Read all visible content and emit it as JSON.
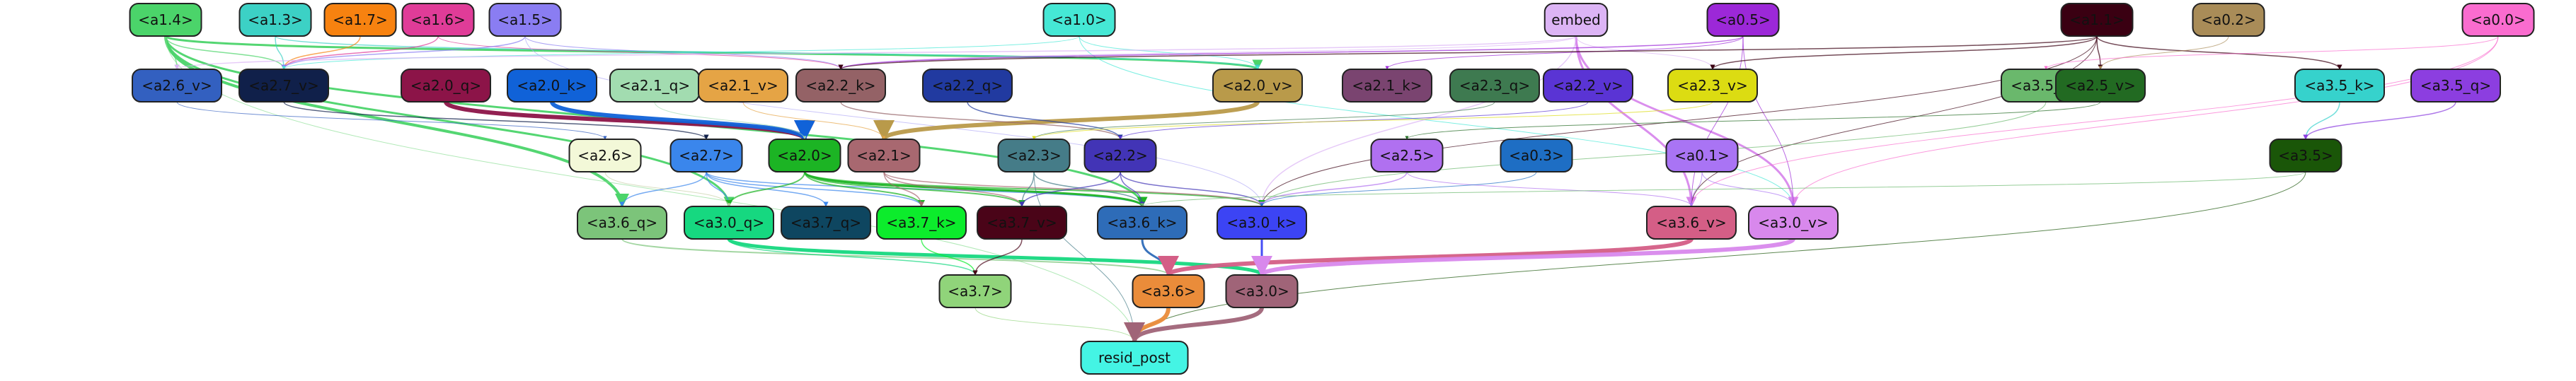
{
  "graph": {
    "nodes": [
      {
        "id": "a1.4",
        "label": "<a1.4>",
        "fill": "#4bd46a",
        "text": "#111111"
      },
      {
        "id": "a1.3",
        "label": "<a1.3>",
        "fill": "#3cd1c5",
        "text": "#111111"
      },
      {
        "id": "a1.7",
        "label": "<a1.7>",
        "fill": "#f78210",
        "text": "#111111"
      },
      {
        "id": "a1.6",
        "label": "<a1.6>",
        "fill": "#e03c98",
        "text": "#111111"
      },
      {
        "id": "a1.5",
        "label": "<a1.5>",
        "fill": "#8a7df2",
        "text": "#111111"
      },
      {
        "id": "a1.0",
        "label": "<a1.0>",
        "fill": "#45e8d5",
        "text": "#111111"
      },
      {
        "id": "embed",
        "label": "embed",
        "fill": "#dcb4f5",
        "text": "#111111"
      },
      {
        "id": "a0.5",
        "label": "<a0.5>",
        "fill": "#9c28d8",
        "text": "#111111"
      },
      {
        "id": "a1.1",
        "label": "<a1.1>",
        "fill": "#3a0012",
        "text": "#111111"
      },
      {
        "id": "a0.2",
        "label": "<a0.2>",
        "fill": "#a98c58",
        "text": "#111111"
      },
      {
        "id": "a0.0",
        "label": "<a0.0>",
        "fill": "#fa6ccf",
        "text": "#111111"
      },
      {
        "id": "a2.6_v",
        "label": "<a2.6_v>",
        "fill": "#3360c0",
        "text": "#111111"
      },
      {
        "id": "a2.7_v",
        "label": "<a2.7_v>",
        "fill": "#10204a",
        "text": "#111111"
      },
      {
        "id": "a2.0_q",
        "label": "<a2.0_q>",
        "fill": "#8c1448",
        "text": "#111111"
      },
      {
        "id": "a2.0_k",
        "label": "<a2.0_k>",
        "fill": "#1062d8",
        "text": "#111111"
      },
      {
        "id": "a2.1_q",
        "label": "<a2.1_q>",
        "fill": "#a2dcb0",
        "text": "#111111"
      },
      {
        "id": "a2.1_v",
        "label": "<a2.1_v>",
        "fill": "#e5a445",
        "text": "#111111"
      },
      {
        "id": "a2.2_k",
        "label": "<a2.2_k>",
        "fill": "#946266",
        "text": "#111111"
      },
      {
        "id": "a2.2_q",
        "label": "<a2.2_q>",
        "fill": "#213aa0",
        "text": "#111111"
      },
      {
        "id": "a2.0_v",
        "label": "<a2.0_v>",
        "fill": "#b99a4a",
        "text": "#111111"
      },
      {
        "id": "a2.1_k",
        "label": "<a2.1_k>",
        "fill": "#7a4470",
        "text": "#111111"
      },
      {
        "id": "a2.3_q",
        "label": "<a2.3_q>",
        "fill": "#3e7a50",
        "text": "#111111"
      },
      {
        "id": "a2.2_v",
        "label": "<a2.2_v>",
        "fill": "#5a34d4",
        "text": "#111111"
      },
      {
        "id": "a2.3_v",
        "label": "<a2.3_v>",
        "fill": "#dcdc12",
        "text": "#111111"
      },
      {
        "id": "a3.5_v",
        "label": "<a3.5_v>",
        "fill": "#6ab86c",
        "text": "#111111"
      },
      {
        "id": "a2.5_v",
        "label": "<a2.5_v>",
        "fill": "#226a22",
        "text": "#111111"
      },
      {
        "id": "a3.5_k",
        "label": "<a3.5_k>",
        "fill": "#36d2cc",
        "text": "#111111"
      },
      {
        "id": "a3.5_q",
        "label": "<a3.5_q>",
        "fill": "#8c3ee0",
        "text": "#111111"
      },
      {
        "id": "a2.6",
        "label": "<a2.6>",
        "fill": "#f3f8d8",
        "text": "#111111"
      },
      {
        "id": "a2.7",
        "label": "<a2.7>",
        "fill": "#3a86ec",
        "text": "#111111"
      },
      {
        "id": "a2.0",
        "label": "<a2.0>",
        "fill": "#1cb424",
        "text": "#111111"
      },
      {
        "id": "a2.1",
        "label": "<a2.1>",
        "fill": "#a86870",
        "text": "#111111"
      },
      {
        "id": "a2.3",
        "label": "<a2.3>",
        "fill": "#457c88",
        "text": "#111111"
      },
      {
        "id": "a2.2",
        "label": "<a2.2>",
        "fill": "#4234b6",
        "text": "#111111"
      },
      {
        "id": "a2.5",
        "label": "<a2.5>",
        "fill": "#b070f0",
        "text": "#111111"
      },
      {
        "id": "a0.3",
        "label": "<a0.3>",
        "fill": "#1e6ec4",
        "text": "#111111"
      },
      {
        "id": "a0.1",
        "label": "<a0.1>",
        "fill": "#a974f4",
        "text": "#111111"
      },
      {
        "id": "a3.5",
        "label": "<a3.5>",
        "fill": "#1a5608",
        "text": "#111111"
      },
      {
        "id": "a3.6_q",
        "label": "<a3.6_q>",
        "fill": "#7cc47a",
        "text": "#111111"
      },
      {
        "id": "a3.0_q",
        "label": "<a3.0_q>",
        "fill": "#16d880",
        "text": "#111111"
      },
      {
        "id": "a3.7_q",
        "label": "<a3.7_q>",
        "fill": "#0e4660",
        "text": "#111111"
      },
      {
        "id": "a3.7_k",
        "label": "<a3.7_k>",
        "fill": "#0cec2c",
        "text": "#111111"
      },
      {
        "id": "a3.7_v",
        "label": "<a3.7_v>",
        "fill": "#4a0418",
        "text": "#111111"
      },
      {
        "id": "a3.6_k",
        "label": "<a3.6_k>",
        "fill": "#2e6cb8",
        "text": "#111111"
      },
      {
        "id": "a3.0_k",
        "label": "<a3.0_k>",
        "fill": "#3c44f4",
        "text": "#111111"
      },
      {
        "id": "a3.6_v",
        "label": "<a3.6_v>",
        "fill": "#d45e86",
        "text": "#111111"
      },
      {
        "id": "a3.0_v",
        "label": "<a3.0_v>",
        "fill": "#d888ec",
        "text": "#111111"
      },
      {
        "id": "a3.7",
        "label": "<a3.7>",
        "fill": "#90d47a",
        "text": "#111111"
      },
      {
        "id": "a3.6",
        "label": "<a3.6>",
        "fill": "#ea8c3a",
        "text": "#111111"
      },
      {
        "id": "a3.0",
        "label": "<a3.0>",
        "fill": "#a06478",
        "text": "#111111"
      },
      {
        "id": "resid_post",
        "label": "resid_post",
        "fill": "#44f4e4",
        "text": "#111111"
      }
    ],
    "edges": [
      {
        "from": "a1.4",
        "to": "a2.6_v",
        "color": "#4bd46a",
        "weight": 1.5
      },
      {
        "from": "a1.4",
        "to": "a2.7_v",
        "color": "#4bd46a",
        "weight": 1.5
      },
      {
        "from": "a1.4",
        "to": "a2.0_v",
        "color": "#4bd46a",
        "weight": 3
      },
      {
        "from": "a1.4",
        "to": "a3.6_q",
        "color": "#4bd46a",
        "weight": 4
      },
      {
        "from": "a1.4",
        "to": "a3.0_q",
        "color": "#4bd46a",
        "weight": 3
      },
      {
        "from": "a1.4",
        "to": "a3.6_k",
        "color": "#4bd46a",
        "weight": 3
      },
      {
        "from": "a1.4",
        "to": "resid_post",
        "color": "#90e098",
        "weight": 1
      },
      {
        "from": "a1.3",
        "to": "a2.7_v",
        "color": "#3cd1c5",
        "weight": 1.5
      },
      {
        "from": "a1.3",
        "to": "a2.0_v",
        "color": "#3cd1c5",
        "weight": 1.5
      },
      {
        "from": "a1.7",
        "to": "a2.7_v",
        "color": "#f78210",
        "weight": 1.5
      },
      {
        "from": "a1.6",
        "to": "a2.7_v",
        "color": "#e03c98",
        "weight": 1.5
      },
      {
        "from": "a1.6",
        "to": "a2.2_k",
        "color": "#e03c98",
        "weight": 1
      },
      {
        "from": "a1.5",
        "to": "a2.7_v",
        "color": "#8a7df2",
        "weight": 1.5
      },
      {
        "from": "a1.5",
        "to": "a2.2_k",
        "color": "#8a7df2",
        "weight": 1
      },
      {
        "from": "a1.5",
        "to": "a3.0_k",
        "color": "#b4acf6",
        "weight": 1
      },
      {
        "from": "a1.0",
        "to": "a2.7_v",
        "color": "#45e8d5",
        "weight": 1
      },
      {
        "from": "a1.0",
        "to": "a2.0_v",
        "color": "#45e8d5",
        "weight": 1
      },
      {
        "from": "a1.0",
        "to": "a3.0_v",
        "color": "#45e8d5",
        "weight": 1
      },
      {
        "from": "embed",
        "to": "a2.6_v",
        "color": "#dcb4f5",
        "weight": 1.5
      },
      {
        "from": "embed",
        "to": "a2.2_k",
        "color": "#dcb4f5",
        "weight": 1
      },
      {
        "from": "embed",
        "to": "a2.3_v",
        "color": "#dcb4f5",
        "weight": 1
      },
      {
        "from": "embed",
        "to": "a3.6_v",
        "color": "#d888ec",
        "weight": 3
      },
      {
        "from": "embed",
        "to": "a3.0_v",
        "color": "#d888ec",
        "weight": 3
      },
      {
        "from": "embed",
        "to": "a3.0_k",
        "color": "#dcb4f5",
        "weight": 1.5
      },
      {
        "from": "a0.5",
        "to": "a2.2_k",
        "color": "#9c28d8",
        "weight": 1.5
      },
      {
        "from": "a0.5",
        "to": "a2.1_k",
        "color": "#9c28d8",
        "weight": 1
      },
      {
        "from": "a0.5",
        "to": "a3.6_v",
        "color": "#9c28d8",
        "weight": 1
      },
      {
        "from": "a0.5",
        "to": "a3.0_v",
        "color": "#9c28d8",
        "weight": 1
      },
      {
        "from": "a1.1",
        "to": "a2.2_k",
        "color": "#3a0012",
        "weight": 1.5
      },
      {
        "from": "a1.1",
        "to": "a2.3_v",
        "color": "#3a0012",
        "weight": 1.5
      },
      {
        "from": "a1.1",
        "to": "a3.5_k",
        "color": "#3a0012",
        "weight": 1.5
      },
      {
        "from": "a1.1",
        "to": "a2.5_v",
        "color": "#3a0012",
        "weight": 1.5
      },
      {
        "from": "a1.1",
        "to": "a3.0_k",
        "color": "#3a0012",
        "weight": 1
      },
      {
        "from": "a1.1",
        "to": "a3.6_v",
        "color": "#3a0012",
        "weight": 1
      },
      {
        "from": "a0.2",
        "to": "a2.5_v",
        "color": "#a98c58",
        "weight": 1
      },
      {
        "from": "a0.0",
        "to": "a3.5_v",
        "color": "#fa6ccf",
        "weight": 1
      },
      {
        "from": "a0.0",
        "to": "a3.6_v",
        "color": "#fa6ccf",
        "weight": 1
      },
      {
        "from": "a0.0",
        "to": "a3.0_v",
        "color": "#fa6ccf",
        "weight": 1
      },
      {
        "from": "a2.0_q",
        "to": "a2.0",
        "color": "#8c1448",
        "weight": 6
      },
      {
        "from": "a2.0_k",
        "to": "a2.0",
        "color": "#1062d8",
        "weight": 6
      },
      {
        "from": "a2.0_v",
        "to": "a2.1",
        "color": "#b99a4a",
        "weight": 6
      },
      {
        "from": "a2.7_v",
        "to": "a2.7",
        "color": "#10204a",
        "weight": 1.5
      },
      {
        "from": "a2.6_v",
        "to": "a2.6",
        "color": "#3360c0",
        "weight": 1
      },
      {
        "from": "a2.2_k",
        "to": "a2.2",
        "color": "#946266",
        "weight": 1.5
      },
      {
        "from": "a2.2_q",
        "to": "a2.2",
        "color": "#213aa0",
        "weight": 1.5
      },
      {
        "from": "a2.1_v",
        "to": "a2.1",
        "color": "#e5a445",
        "weight": 1
      },
      {
        "from": "a2.1_q",
        "to": "a2.0",
        "color": "#a2dcb0",
        "weight": 1
      },
      {
        "from": "a2.3_q",
        "to": "a2.3",
        "color": "#3e7a50",
        "weight": 1
      },
      {
        "from": "a2.2_v",
        "to": "a2.2",
        "color": "#5a34d4",
        "weight": 1
      },
      {
        "from": "a2.3_v",
        "to": "a2.3",
        "color": "#dcdc12",
        "weight": 1
      },
      {
        "from": "a2.5_v",
        "to": "a2.5",
        "color": "#226a22",
        "weight": 1
      },
      {
        "from": "a3.5_k",
        "to": "a3.5",
        "color": "#36d2cc",
        "weight": 1.5
      },
      {
        "from": "a3.5_q",
        "to": "a3.5",
        "color": "#8c3ee0",
        "weight": 1.5
      },
      {
        "from": "a3.5_v",
        "to": "a3.0_k",
        "color": "#6ab86c",
        "weight": 1
      },
      {
        "from": "a2.7",
        "to": "a3.6_q",
        "color": "#3a86ec",
        "weight": 1.5
      },
      {
        "from": "a2.7",
        "to": "a3.0_q",
        "color": "#3a86ec",
        "weight": 1.5
      },
      {
        "from": "a2.7",
        "to": "a3.7_q",
        "color": "#3a86ec",
        "weight": 1.5
      },
      {
        "from": "a2.7",
        "to": "a3.7_k",
        "color": "#3a86ec",
        "weight": 1.5
      },
      {
        "from": "a2.7",
        "to": "a3.6_k",
        "color": "#3a86ec",
        "weight": 1.5
      },
      {
        "from": "a2.0",
        "to": "a3.0_q",
        "color": "#1cb424",
        "weight": 2
      },
      {
        "from": "a2.0",
        "to": "a3.7_k",
        "color": "#1cb424",
        "weight": 2
      },
      {
        "from": "a2.0",
        "to": "a3.6_k",
        "color": "#1cb424",
        "weight": 3
      },
      {
        "from": "a2.0",
        "to": "a3.0_k",
        "color": "#1cb424",
        "weight": 2
      },
      {
        "from": "a2.0",
        "to": "a3.7_v",
        "color": "#1cb424",
        "weight": 2
      },
      {
        "from": "a2.1",
        "to": "a3.7_k",
        "color": "#a86870",
        "weight": 1.5
      },
      {
        "from": "a2.1",
        "to": "a3.7_v",
        "color": "#a86870",
        "weight": 1.5
      },
      {
        "from": "a2.1",
        "to": "a3.0_k",
        "color": "#a86870",
        "weight": 1.5
      },
      {
        "from": "a2.3",
        "to": "a3.7_v",
        "color": "#457c88",
        "weight": 1.5
      },
      {
        "from": "a2.3",
        "to": "a3.6_k",
        "color": "#457c88",
        "weight": 1.5
      },
      {
        "from": "a2.3",
        "to": "resid_post",
        "color": "#457c88",
        "weight": 1
      },
      {
        "from": "a2.2",
        "to": "a3.6_k",
        "color": "#4234b6",
        "weight": 1.5
      },
      {
        "from": "a2.2",
        "to": "a3.0_k",
        "color": "#4234b6",
        "weight": 1.5
      },
      {
        "from": "a2.2",
        "to": "a3.7_v",
        "color": "#4234b6",
        "weight": 1.5
      },
      {
        "from": "a2.5",
        "to": "a3.0_k",
        "color": "#b070f0",
        "weight": 1.5
      },
      {
        "from": "a2.5",
        "to": "a3.6_v",
        "color": "#b070f0",
        "weight": 1
      },
      {
        "from": "a2.6",
        "to": "a3.0_q",
        "color": "#c8d0a8",
        "weight": 1
      },
      {
        "from": "a0.3",
        "to": "a3.0_k",
        "color": "#1e6ec4",
        "weight": 1
      },
      {
        "from": "a0.1",
        "to": "a3.6_v",
        "color": "#a974f4",
        "weight": 1
      },
      {
        "from": "a0.1",
        "to": "a3.0_v",
        "color": "#a974f4",
        "weight": 1
      },
      {
        "from": "a3.5",
        "to": "resid_post",
        "color": "#1a5608",
        "weight": 1
      },
      {
        "from": "a3.5",
        "to": "a3.6_k",
        "color": "#6ab86c",
        "weight": 1
      },
      {
        "from": "a3.6_q",
        "to": "a3.6",
        "color": "#7cc47a",
        "weight": 2
      },
      {
        "from": "a3.0_q",
        "to": "a3.0",
        "color": "#16d880",
        "weight": 5
      },
      {
        "from": "a3.0_q",
        "to": "a3.7",
        "color": "#16d880",
        "weight": 1.5
      },
      {
        "from": "a3.7_k",
        "to": "a3.7",
        "color": "#0cec2c",
        "weight": 1.5
      },
      {
        "from": "a3.7_v",
        "to": "a3.7",
        "color": "#4a0418",
        "weight": 1.5
      },
      {
        "from": "a3.6_k",
        "to": "a3.6",
        "color": "#2e6cb8",
        "weight": 3
      },
      {
        "from": "a3.0_k",
        "to": "a3.0",
        "color": "#3c44f4",
        "weight": 3
      },
      {
        "from": "a3.6_v",
        "to": "a3.6",
        "color": "#d45e86",
        "weight": 6
      },
      {
        "from": "a3.0_v",
        "to": "a3.0",
        "color": "#d888ec",
        "weight": 6
      },
      {
        "from": "a3.7",
        "to": "resid_post",
        "color": "#90d47a",
        "weight": 1
      },
      {
        "from": "a3.6",
        "to": "resid_post",
        "color": "#ea8c3a",
        "weight": 6
      },
      {
        "from": "a3.0",
        "to": "resid_post",
        "color": "#a06478",
        "weight": 6
      }
    ]
  }
}
